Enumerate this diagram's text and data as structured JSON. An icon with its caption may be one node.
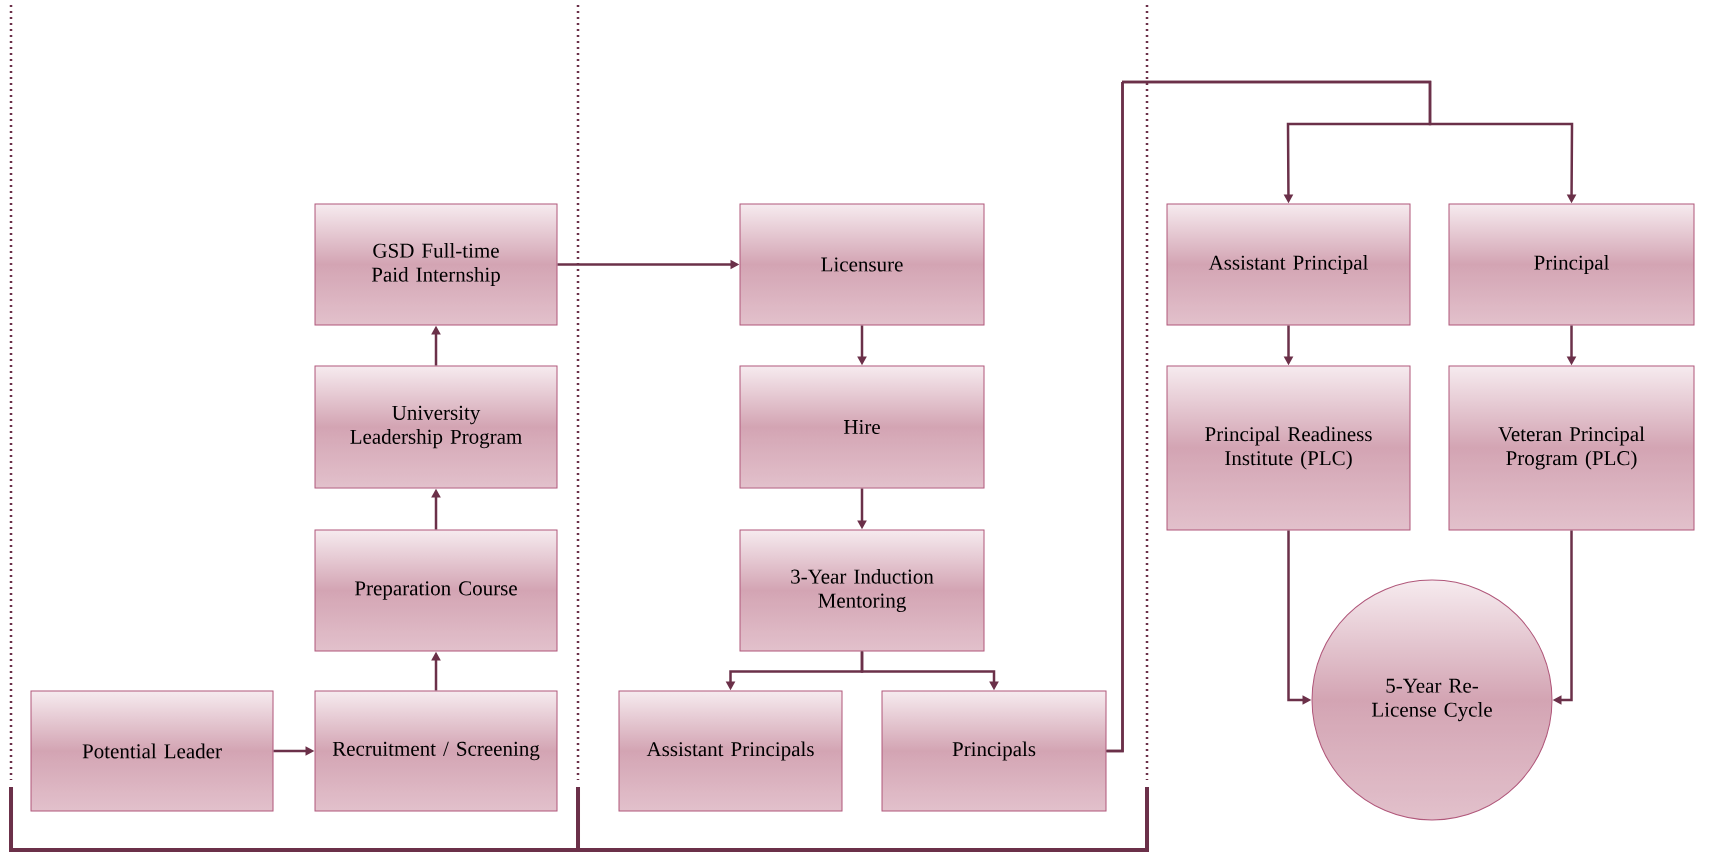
{
  "diagram": {
    "nodes": [
      {
        "text": [
          "Potential Leader"
        ]
      },
      {
        "text": [
          "Recruitment / Screening"
        ]
      },
      {
        "text": [
          "Preparation Course"
        ]
      },
      {
        "text": [
          "University Leadership Program"
        ]
      },
      {
        "text": [
          "GSD Full-time Paid Internship"
        ]
      },
      {
        "text": [
          "Licensure"
        ]
      },
      {
        "text": [
          "Hire"
        ]
      },
      {
        "text": [
          "3-Year Induction Mentoring"
        ]
      },
      {
        "text": [
          "Assistant Principals"
        ]
      },
      {
        "text": [
          "Principals"
        ]
      },
      {
        "text": [
          "Assistant Principal"
        ]
      },
      {
        "text": [
          "Principal"
        ]
      },
      {
        "text": [
          "Principal Readiness Institute (PLC)"
        ]
      },
      {
        "text": [
          "Veteran Principal Program (PLC)"
        ]
      },
      {
        "text": [
          "5-Year Re-License Cycle"
        ]
      }
    ],
    "edges": [
      {
        "from": 0,
        "to": 1,
        "arrow": "to"
      },
      {
        "from": 1,
        "to": 2,
        "arrow": "to"
      },
      {
        "from": 2,
        "to": 3,
        "arrow": "to"
      },
      {
        "from": 3,
        "to": 4,
        "arrow": "to"
      },
      {
        "from": 4,
        "to": 5,
        "arrow": "to"
      },
      {
        "from": 5,
        "to": 6,
        "arrow": "to"
      },
      {
        "from": 6,
        "to": 7,
        "arrow": "to"
      },
      {
        "from": 7,
        "to": 8,
        "arrow": "to"
      },
      {
        "from": 7,
        "to": 9,
        "arrow": "to"
      },
      {
        "from": 9,
        "to": 10,
        "arrow": "to"
      },
      {
        "from": 9,
        "to": 11,
        "arrow": "to"
      },
      {
        "from": 10,
        "to": 12,
        "arrow": "to"
      },
      {
        "from": 11,
        "to": 13,
        "arrow": "to"
      },
      {
        "from": 12,
        "to": 14,
        "arrow": "to"
      },
      {
        "from": 13,
        "to": 14,
        "arrow": "to"
      }
    ]
  }
}
